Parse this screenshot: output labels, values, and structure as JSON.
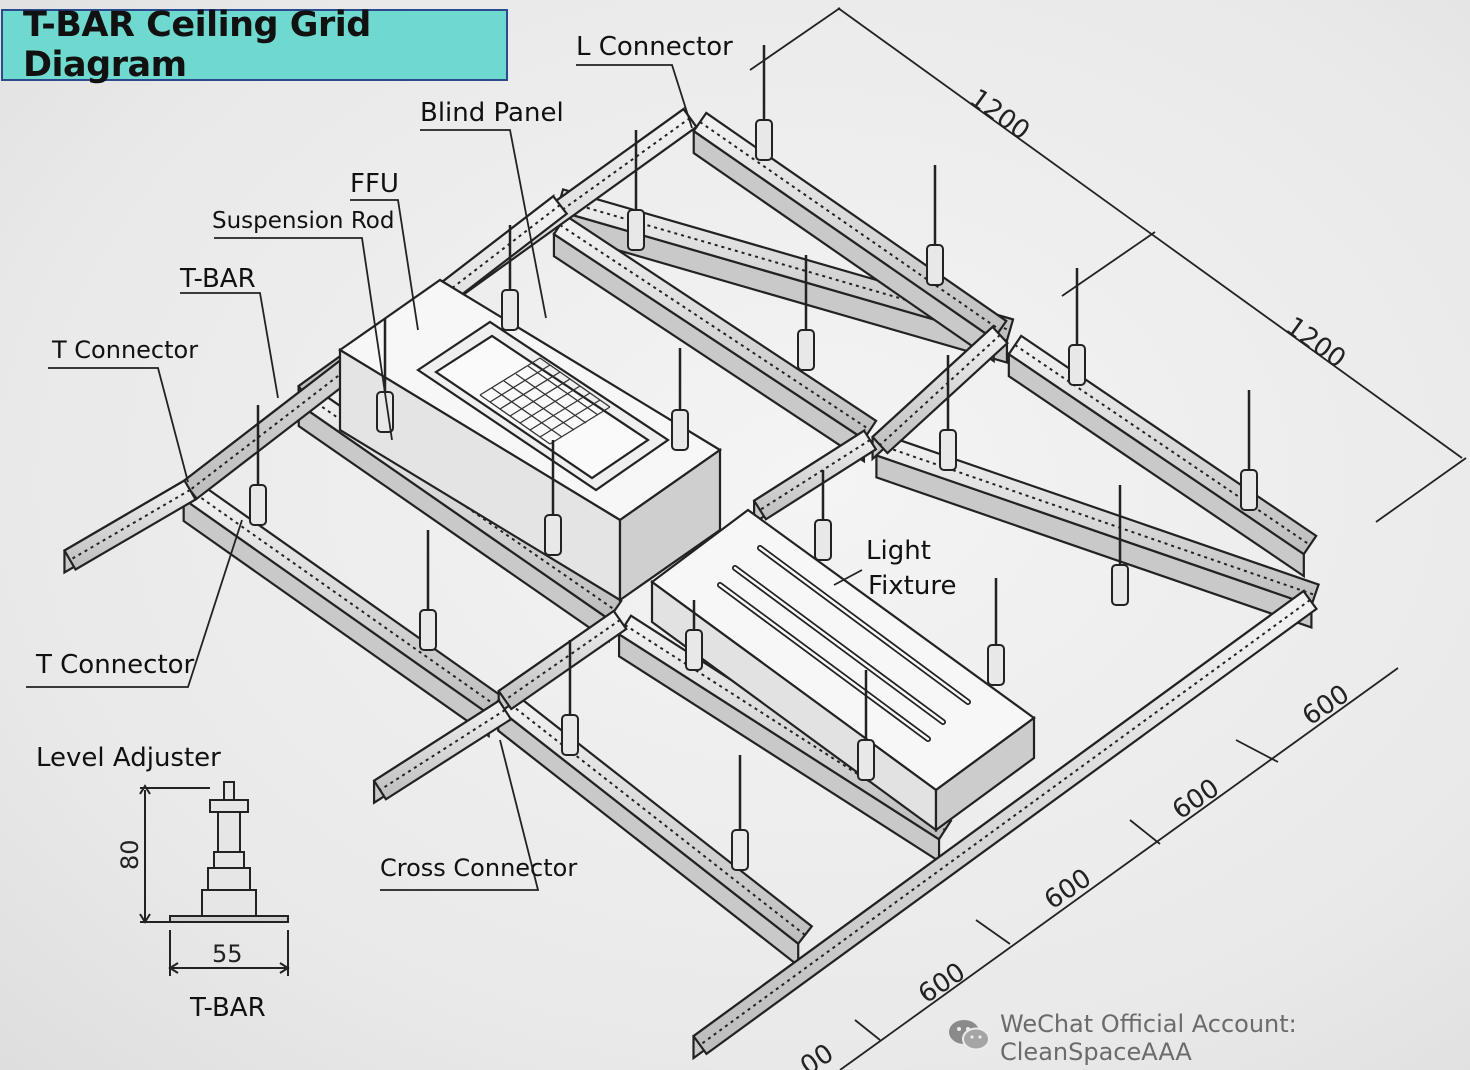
{
  "title": "T-BAR Ceiling Grid Diagram",
  "labels": {
    "l_connector": "L Connector",
    "blind_panel": "Blind Panel",
    "ffu": "FFU",
    "suspension_rod": "Suspension Rod",
    "t_bar": "T-BAR",
    "t_connector_top": "T Connector",
    "t_connector_bottom": "T Connector",
    "light_fixture_line1": "Light",
    "light_fixture_line2": "Fixture",
    "cross_connector": "Cross Connector",
    "level_adjuster": "Level Adjuster"
  },
  "dimensions": {
    "top_1": "1200",
    "top_2": "1200",
    "side_1": "600",
    "side_2": "600",
    "side_3": "600",
    "side_4": "600",
    "side_5_partial": "00",
    "detail_height": "80",
    "detail_width": "55",
    "detail_caption": "T-BAR"
  },
  "watermark": "WeChat Official Account: CleanSpaceAAA",
  "colors": {
    "title_bg": "#6fd9d0",
    "title_border": "#2a4b8f",
    "line": "#222222",
    "bar_fill": "#dcdcdc"
  },
  "icons": [
    "wechat-icon"
  ]
}
